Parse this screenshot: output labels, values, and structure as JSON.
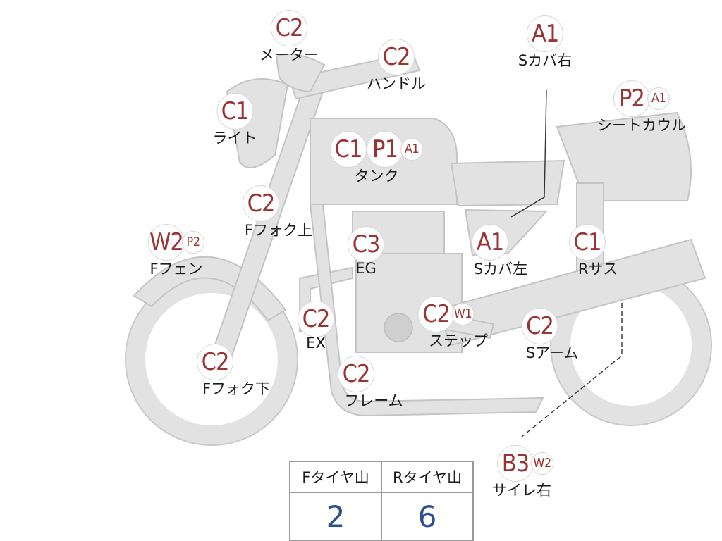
{
  "parts": [
    {
      "id": "meter",
      "label": "メーター",
      "grades": [
        {
          "code": "C2",
          "size": "lg"
        }
      ]
    },
    {
      "id": "handle",
      "label": "ハンドル",
      "grades": [
        {
          "code": "C2",
          "size": "lg"
        }
      ]
    },
    {
      "id": "side-cover-right",
      "label": "Sカバ右",
      "grades": [
        {
          "code": "A1",
          "size": "lg"
        }
      ]
    },
    {
      "id": "seat-cowl",
      "label": "シートカウル",
      "grades": [
        {
          "code": "P2",
          "size": "lg"
        },
        {
          "code": "A1",
          "size": "sm"
        }
      ]
    },
    {
      "id": "light",
      "label": "ライト",
      "grades": [
        {
          "code": "C1",
          "size": "lg"
        }
      ]
    },
    {
      "id": "tank",
      "label": "タンク",
      "grades": [
        {
          "code": "C1",
          "size": "lg"
        },
        {
          "code": "P1",
          "size": "lg"
        },
        {
          "code": "A1",
          "size": "sm"
        }
      ]
    },
    {
      "id": "fork-upper",
      "label": "Fフォク上",
      "grades": [
        {
          "code": "C2",
          "size": "lg"
        }
      ]
    },
    {
      "id": "front-fender",
      "label": "Fフェン",
      "grades": [
        {
          "code": "W2",
          "size": "lg"
        },
        {
          "code": "P2",
          "size": "sm"
        }
      ]
    },
    {
      "id": "engine",
      "label": "EG",
      "grades": [
        {
          "code": "C3",
          "size": "lg"
        }
      ]
    },
    {
      "id": "side-cover-left",
      "label": "Sカバ左",
      "grades": [
        {
          "code": "A1",
          "size": "lg"
        }
      ]
    },
    {
      "id": "rear-suspension",
      "label": "Rサス",
      "grades": [
        {
          "code": "C1",
          "size": "lg"
        }
      ]
    },
    {
      "id": "exhaust",
      "label": "EX",
      "grades": [
        {
          "code": "C2",
          "size": "lg"
        }
      ]
    },
    {
      "id": "step",
      "label": "ステップ",
      "grades": [
        {
          "code": "C2",
          "size": "lg"
        },
        {
          "code": "W1",
          "size": "sm"
        }
      ]
    },
    {
      "id": "swing-arm",
      "label": "Sアーム",
      "grades": [
        {
          "code": "C2",
          "size": "lg"
        }
      ]
    },
    {
      "id": "fork-lower",
      "label": "Fフォク下",
      "grades": [
        {
          "code": "C2",
          "size": "lg"
        }
      ]
    },
    {
      "id": "frame",
      "label": "フレーム",
      "grades": [
        {
          "code": "C2",
          "size": "lg"
        }
      ]
    },
    {
      "id": "muffler-right",
      "label": "サイレ右",
      "grades": [
        {
          "code": "B3",
          "size": "lg"
        },
        {
          "code": "W2",
          "size": "sm"
        }
      ]
    }
  ],
  "tire_table": {
    "front_label": "Fタイヤ山",
    "rear_label": "Rタイヤ山",
    "front_value": "2",
    "rear_value": "6"
  },
  "colors": {
    "grade_text": "#9b3333",
    "tire_value": "#2e4e94",
    "bike_fill": "#e2e2e2"
  }
}
